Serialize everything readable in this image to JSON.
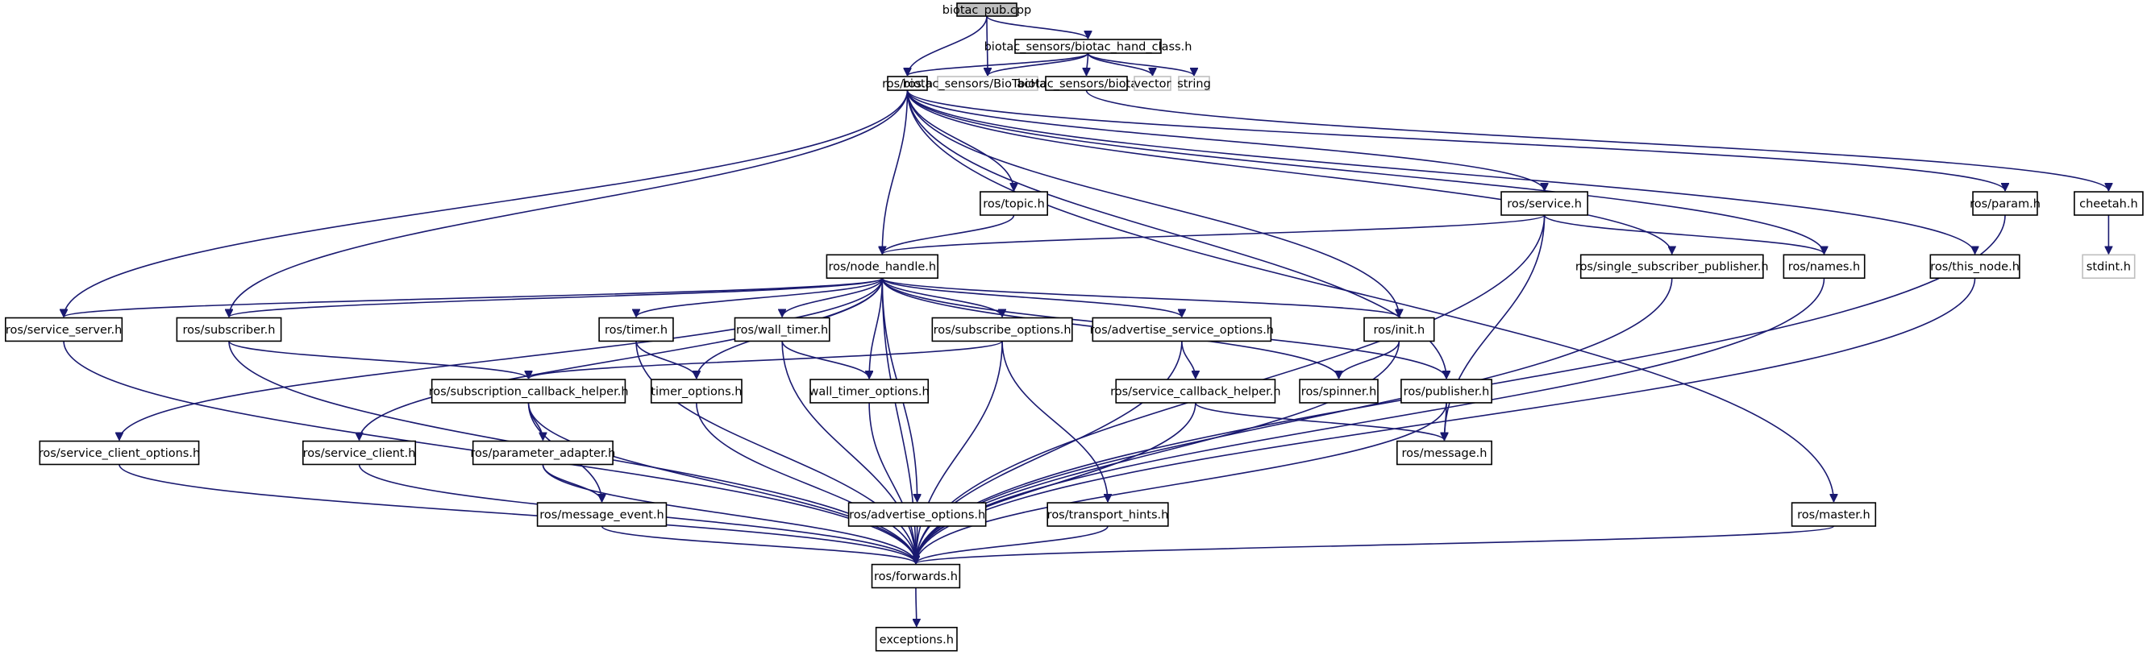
{
  "graph": {
    "colors": {
      "edge": "#191970",
      "node_border": "#000000",
      "external_border": "#bfbfbf",
      "root_fill": "#bfbfbf",
      "node_fill": "#ffffff"
    },
    "nodes": [
      {
        "id": "n0",
        "label": "biotac_pub.cpp",
        "kind": "root"
      },
      {
        "id": "n1",
        "label": "biotac_sensors/biotac_hand_class.h",
        "kind": "normal"
      },
      {
        "id": "n2",
        "label": "ros/ros.h",
        "kind": "normal"
      },
      {
        "id": "n3",
        "label": "biotac_sensors/BioTacHand.h",
        "kind": "external"
      },
      {
        "id": "n4",
        "label": "biotac_sensors/biotac.h",
        "kind": "normal"
      },
      {
        "id": "n5",
        "label": "vector",
        "kind": "external"
      },
      {
        "id": "n6",
        "label": "string",
        "kind": "external"
      },
      {
        "id": "n7",
        "label": "ros/topic.h",
        "kind": "normal"
      },
      {
        "id": "n8",
        "label": "ros/service.h",
        "kind": "normal"
      },
      {
        "id": "n9",
        "label": "ros/param.h",
        "kind": "normal"
      },
      {
        "id": "n10",
        "label": "cheetah.h",
        "kind": "normal"
      },
      {
        "id": "n11",
        "label": "ros/node_handle.h",
        "kind": "normal"
      },
      {
        "id": "n12",
        "label": "ros/single_subscriber_publisher.h",
        "kind": "normal"
      },
      {
        "id": "n13",
        "label": "ros/names.h",
        "kind": "normal"
      },
      {
        "id": "n14",
        "label": "ros/this_node.h",
        "kind": "normal"
      },
      {
        "id": "n15",
        "label": "stdint.h",
        "kind": "external"
      },
      {
        "id": "n16",
        "label": "ros/service_server.h",
        "kind": "normal"
      },
      {
        "id": "n17",
        "label": "ros/subscriber.h",
        "kind": "normal"
      },
      {
        "id": "n18",
        "label": "ros/timer.h",
        "kind": "normal"
      },
      {
        "id": "n19",
        "label": "ros/wall_timer.h",
        "kind": "normal"
      },
      {
        "id": "n20",
        "label": "ros/subscribe_options.h",
        "kind": "normal"
      },
      {
        "id": "n21",
        "label": "ros/advertise_service_options.h",
        "kind": "normal"
      },
      {
        "id": "n22",
        "label": "ros/init.h",
        "kind": "normal"
      },
      {
        "id": "n23",
        "label": "ros/subscription_callback_helper.h",
        "kind": "normal"
      },
      {
        "id": "n24",
        "label": "timer_options.h",
        "kind": "normal"
      },
      {
        "id": "n25",
        "label": "wall_timer_options.h",
        "kind": "normal"
      },
      {
        "id": "n26",
        "label": "ros/service_callback_helper.h",
        "kind": "normal"
      },
      {
        "id": "n27",
        "label": "ros/spinner.h",
        "kind": "normal"
      },
      {
        "id": "n28",
        "label": "ros/publisher.h",
        "kind": "normal"
      },
      {
        "id": "n29",
        "label": "ros/service_client_options.h",
        "kind": "normal"
      },
      {
        "id": "n30",
        "label": "ros/service_client.h",
        "kind": "normal"
      },
      {
        "id": "n31",
        "label": "ros/parameter_adapter.h",
        "kind": "normal"
      },
      {
        "id": "n32",
        "label": "ros/message.h",
        "kind": "normal"
      },
      {
        "id": "n33",
        "label": "ros/message_event.h",
        "kind": "normal"
      },
      {
        "id": "n34",
        "label": "ros/advertise_options.h",
        "kind": "normal"
      },
      {
        "id": "n35",
        "label": "ros/transport_hints.h",
        "kind": "normal"
      },
      {
        "id": "n36",
        "label": "ros/master.h",
        "kind": "normal"
      },
      {
        "id": "n37",
        "label": "ros/forwards.h",
        "kind": "normal"
      },
      {
        "id": "n38",
        "label": "exceptions.h",
        "kind": "normal"
      }
    ],
    "edges": [
      [
        "n0",
        "n2"
      ],
      [
        "n0",
        "n3"
      ],
      [
        "n0",
        "n1"
      ],
      [
        "n1",
        "n2"
      ],
      [
        "n1",
        "n3"
      ],
      [
        "n1",
        "n4"
      ],
      [
        "n1",
        "n5"
      ],
      [
        "n1",
        "n6"
      ],
      [
        "n4",
        "n10"
      ],
      [
        "n10",
        "n15"
      ],
      [
        "n2",
        "n7"
      ],
      [
        "n2",
        "n11"
      ],
      [
        "n2",
        "n8"
      ],
      [
        "n2",
        "n9"
      ],
      [
        "n2",
        "n12"
      ],
      [
        "n2",
        "n13"
      ],
      [
        "n2",
        "n14"
      ],
      [
        "n2",
        "n16"
      ],
      [
        "n2",
        "n17"
      ],
      [
        "n2",
        "n22"
      ],
      [
        "n2",
        "n28"
      ],
      [
        "n2",
        "n36"
      ],
      [
        "n7",
        "n11"
      ],
      [
        "n8",
        "n11"
      ],
      [
        "n8",
        "n13"
      ],
      [
        "n8",
        "n32"
      ],
      [
        "n8",
        "n37"
      ],
      [
        "n11",
        "n16"
      ],
      [
        "n11",
        "n17"
      ],
      [
        "n11",
        "n18"
      ],
      [
        "n11",
        "n19"
      ],
      [
        "n11",
        "n20"
      ],
      [
        "n11",
        "n21"
      ],
      [
        "n11",
        "n22"
      ],
      [
        "n11",
        "n27"
      ],
      [
        "n11",
        "n28"
      ],
      [
        "n11",
        "n24"
      ],
      [
        "n11",
        "n25"
      ],
      [
        "n11",
        "n29"
      ],
      [
        "n11",
        "n30"
      ],
      [
        "n11",
        "n34"
      ],
      [
        "n11",
        "n37"
      ],
      [
        "n16",
        "n37"
      ],
      [
        "n17",
        "n23"
      ],
      [
        "n17",
        "n37"
      ],
      [
        "n18",
        "n24"
      ],
      [
        "n18",
        "n37"
      ],
      [
        "n19",
        "n25"
      ],
      [
        "n19",
        "n37"
      ],
      [
        "n20",
        "n23"
      ],
      [
        "n20",
        "n35"
      ],
      [
        "n20",
        "n37"
      ],
      [
        "n21",
        "n26"
      ],
      [
        "n21",
        "n37"
      ],
      [
        "n22",
        "n27"
      ],
      [
        "n22",
        "n37"
      ],
      [
        "n23",
        "n31"
      ],
      [
        "n23",
        "n33"
      ],
      [
        "n23",
        "n37"
      ],
      [
        "n24",
        "n37"
      ],
      [
        "n25",
        "n37"
      ],
      [
        "n26",
        "n32"
      ],
      [
        "n26",
        "n37"
      ],
      [
        "n28",
        "n32"
      ],
      [
        "n28",
        "n37"
      ],
      [
        "n29",
        "n37"
      ],
      [
        "n30",
        "n37"
      ],
      [
        "n31",
        "n33"
      ],
      [
        "n31",
        "n37"
      ],
      [
        "n33",
        "n37"
      ],
      [
        "n34",
        "n37"
      ],
      [
        "n35",
        "n37"
      ],
      [
        "n36",
        "n37"
      ],
      [
        "n12",
        "n37"
      ],
      [
        "n13",
        "n37"
      ],
      [
        "n14",
        "n37"
      ],
      [
        "n9",
        "n37"
      ],
      [
        "n37",
        "n38"
      ]
    ]
  }
}
